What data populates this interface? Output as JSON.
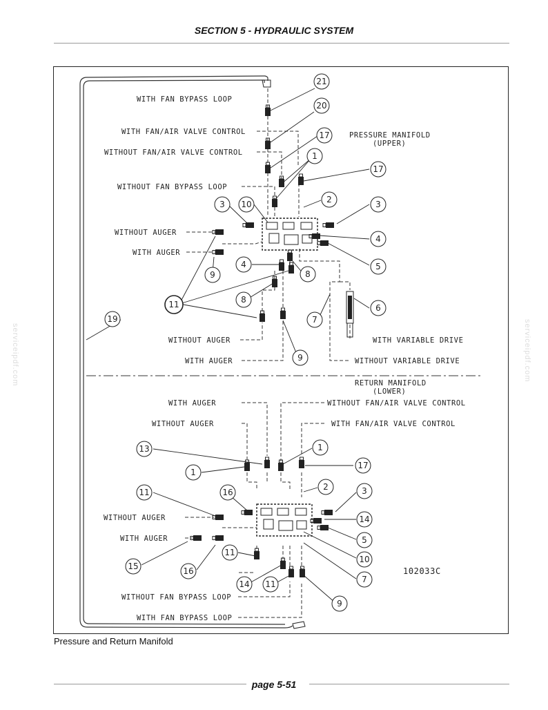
{
  "header": {
    "title": "SECTION 5 - HYDRAULIC SYSTEM"
  },
  "caption": "Pressure and Return Manifold",
  "footer": {
    "page": "page 5-51"
  },
  "watermark": "serviceipdf.com",
  "diagram": {
    "upper_title_1": "PRESSURE MANIFOLD",
    "upper_title_2": "(UPPER)",
    "lower_title_1": "RETURN MANIFOLD",
    "lower_title_2": "(LOWER)",
    "part_code": "102033C",
    "labels": {
      "with_fan_bypass_loop": "WITH FAN BYPASS LOOP",
      "with_fan_air_valve_control": "WITH FAN/AIR VALVE CONTROL",
      "without_fan_air_valve_control": "WITHOUT FAN/AIR VALVE CONTROL",
      "without_fan_bypass_loop": "WITHOUT FAN BYPASS LOOP",
      "without_auger": "WITHOUT AUGER",
      "with_auger": "WITH AUGER",
      "with_variable_drive": "WITH VARIABLE DRIVE",
      "without_variable_drive": "WITHOUT VARIABLE DRIVE"
    },
    "callouts": {
      "c21": "21",
      "c20": "20",
      "c17": "17",
      "c1": "1",
      "c2": "2",
      "c3": "3",
      "c10": "10",
      "c4": "4",
      "c5": "5",
      "c8": "8",
      "c9": "9",
      "c11": "11",
      "c6": "6",
      "c7": "7",
      "c19": "19",
      "c13": "13",
      "c16": "16",
      "c14": "14",
      "c15": "15"
    }
  }
}
